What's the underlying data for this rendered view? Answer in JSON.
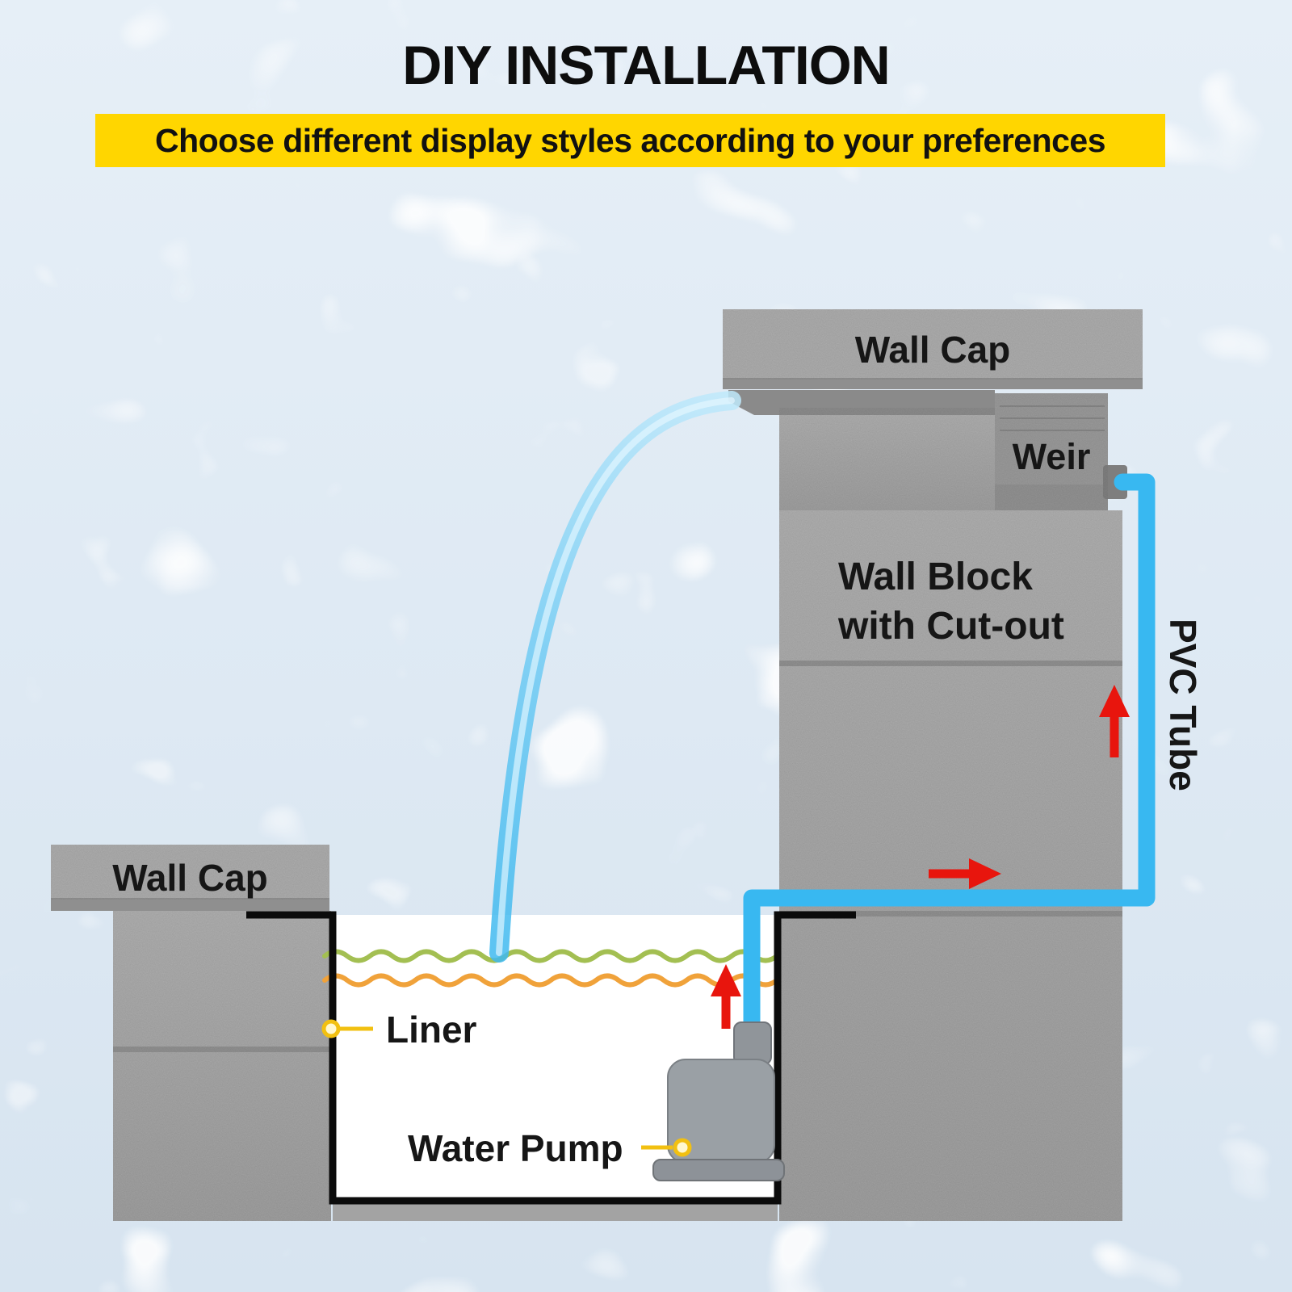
{
  "title": "DIY INSTALLATION",
  "banner": {
    "text": "Choose different display styles according to your preferences"
  },
  "diagram": {
    "labels": {
      "wall_cap_right": "Wall Cap",
      "weir": "Weir",
      "wall_block_line1": "Wall Block",
      "wall_block_line2": "with Cut-out",
      "pvc_tube": "PVC Tube",
      "wall_cap_left": "Wall Cap",
      "liner": "Liner",
      "water_pump": "Water Pump"
    },
    "colors": {
      "background": "#dfeaf4",
      "banner_yellow": "#ffd600",
      "wall_gray": "#a6a6a6",
      "mortar_gray": "#8f8f8f",
      "tube_blue": "#38b8f1",
      "water_arc_blue": "#7fd4f7",
      "arrow_red": "#e8150d",
      "leader_yellow": "#f2c011",
      "wave_green": "#a3bf52",
      "wave_orange": "#f0a23a",
      "liner_black": "#000000",
      "text_black": "#111111"
    }
  }
}
